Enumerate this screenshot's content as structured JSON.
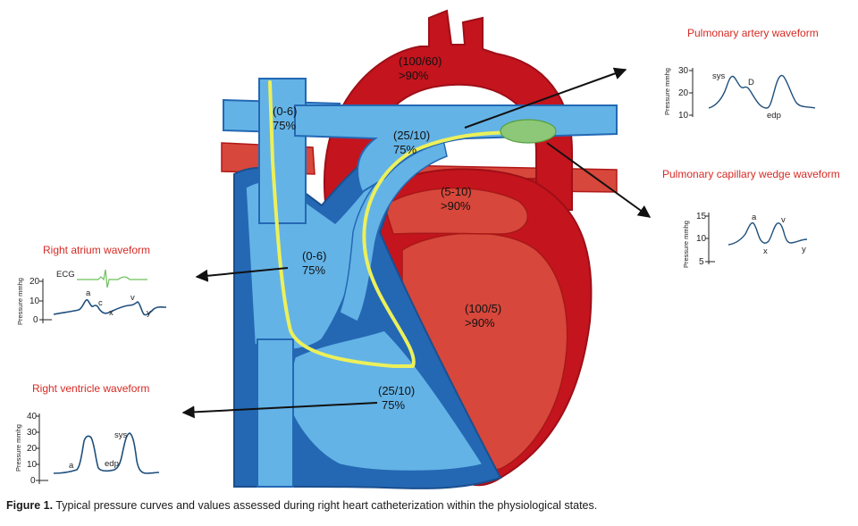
{
  "heart": {
    "aorta": {
      "pressure": "(100/60)",
      "saturation": ">90%"
    },
    "svc": {
      "pressure": "(0-6)",
      "saturation": "75%"
    },
    "pulmonary_artery": {
      "pressure": "(25/10)",
      "saturation": "75%"
    },
    "left_atrium": {
      "pressure": "(5-10)",
      "saturation": ">90%"
    },
    "right_atrium": {
      "pressure": "(0-6)",
      "saturation": "75%"
    },
    "left_ventricle": {
      "pressure": "(100/5)",
      "saturation": ">90%"
    },
    "right_ventricle": {
      "pressure": "(25/10)",
      "saturation": "75%"
    }
  },
  "colors": {
    "venous_blue": "#64b3e6",
    "venous_dark": "#2468b4",
    "arterial_red": "#c4141e",
    "lv_fill": "#d7473b",
    "catheter": "#ecf05a",
    "balloon": "#8cc878",
    "title_red": "#d62a24",
    "wave_blue": "#1f4f7c",
    "ecg_green": "#6cc05a"
  },
  "waveforms": {
    "pulmonary_artery": {
      "title": "Pulmonary artery waveform",
      "ylabel": "Pressure mmhg",
      "ticks": [
        "30",
        "20",
        "10"
      ],
      "labels": {
        "sys": "sys",
        "d": "D",
        "edp": "edp"
      }
    },
    "pcwp": {
      "title": "Pulmonary capillary wedge  waveform",
      "ylabel": "Pressure mmhg",
      "ticks": [
        "15",
        "10",
        "5"
      ],
      "labels": {
        "a": "a",
        "v": "v",
        "x": "x",
        "y": "y"
      }
    },
    "right_atrium": {
      "title": "Right atrium waveform",
      "ylabel": "Pressure mmhg",
      "ticks": [
        "20",
        "10",
        "0"
      ],
      "labels": {
        "ecg": "ECG",
        "a": "a",
        "c": "c",
        "x": "x",
        "v": "v",
        "y": "y"
      }
    },
    "right_ventricle": {
      "title": "Right ventricle waveform",
      "ylabel": "Pressure mmhg",
      "ticks": [
        "40",
        "30",
        "20",
        "10",
        "0"
      ],
      "labels": {
        "a": "a",
        "edp": "edp",
        "sys": "sys"
      }
    }
  },
  "caption": {
    "figure": "Figure 1.",
    "text": " Typical pressure curves and values assessed during right heart catheterization within the physiological states."
  }
}
